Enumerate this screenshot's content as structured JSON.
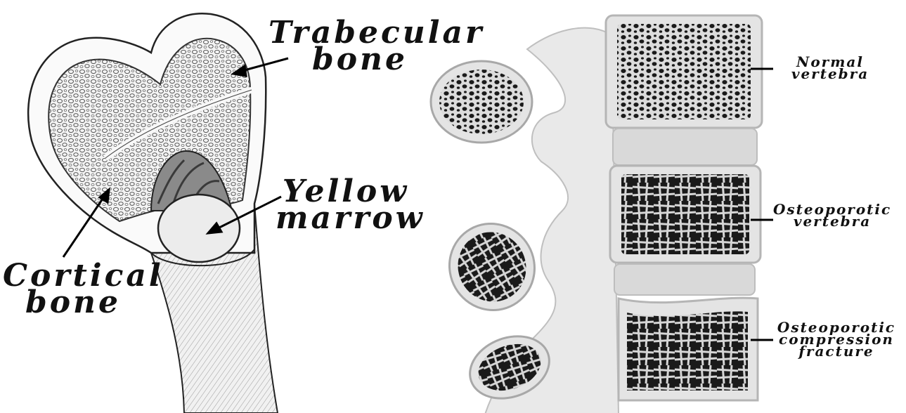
{
  "left_panel": {
    "labels": {
      "trabecular": [
        "Trabecular",
        "bone"
      ],
      "yellow_marrow": [
        "Yellow",
        "marrow"
      ],
      "cortical": [
        "Cortical",
        "bone"
      ]
    }
  },
  "right_panel": {
    "labels": {
      "normal": [
        "Normal",
        "vertebra"
      ],
      "osteoporotic": [
        "Osteoporotic",
        "vertebra"
      ],
      "fracture": [
        "Osteoporotic",
        "compression",
        "fracture"
      ]
    }
  },
  "colors": {
    "ink": "#111111",
    "bone_fill": "#f2f2f2",
    "specimen_light": "#e8e8e8",
    "specimen_dark": "#1a1a1a",
    "disc": "#d9d9d9"
  }
}
